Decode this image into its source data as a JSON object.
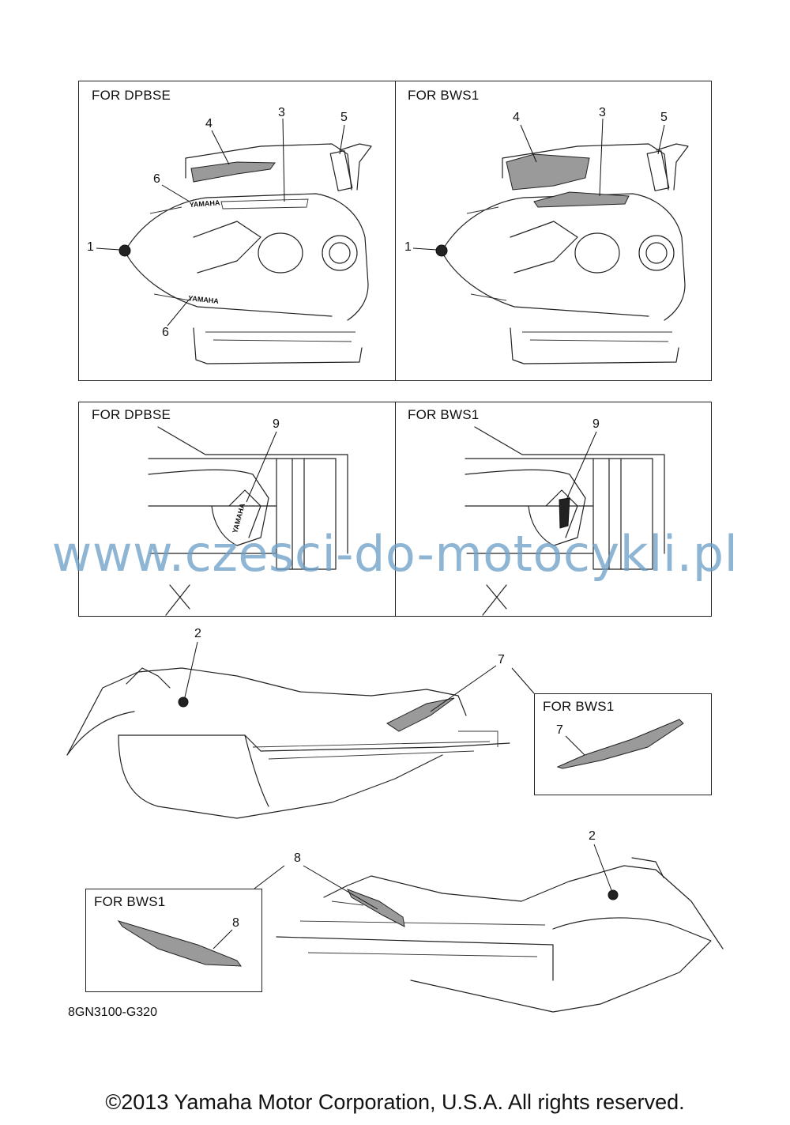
{
  "panels": {
    "top_left_label": "FOR DPBSE",
    "top_right_label": "FOR BWS1",
    "mid_left_label": "FOR DPBSE",
    "mid_right_label": "FOR BWS1",
    "inset_7_label": "FOR BWS1",
    "inset_8_label": "FOR BWS1"
  },
  "callouts": {
    "top_left": {
      "c1": "1",
      "c3": "3",
      "c4": "4",
      "c5": "5",
      "c6a": "6",
      "c6b": "6"
    },
    "top_right": {
      "c1": "1",
      "c3": "3",
      "c4": "4",
      "c5": "5"
    },
    "mid_left": {
      "c9": "9"
    },
    "mid_right": {
      "c9": "9"
    },
    "side_upper": {
      "c2": "2",
      "c7": "7"
    },
    "inset_7": {
      "c7": "7"
    },
    "side_lower": {
      "c2": "2",
      "c8": "8"
    },
    "inset_8": {
      "c8": "8"
    }
  },
  "decal_text": {
    "yamaha": "YAMAHA"
  },
  "watermark": "www.czesci-do-motocykli.pl",
  "diagram_code": "8GN3100-G320",
  "copyright": "©2013 Yamaha Motor Corporation, U.S.A. All rights reserved."
}
